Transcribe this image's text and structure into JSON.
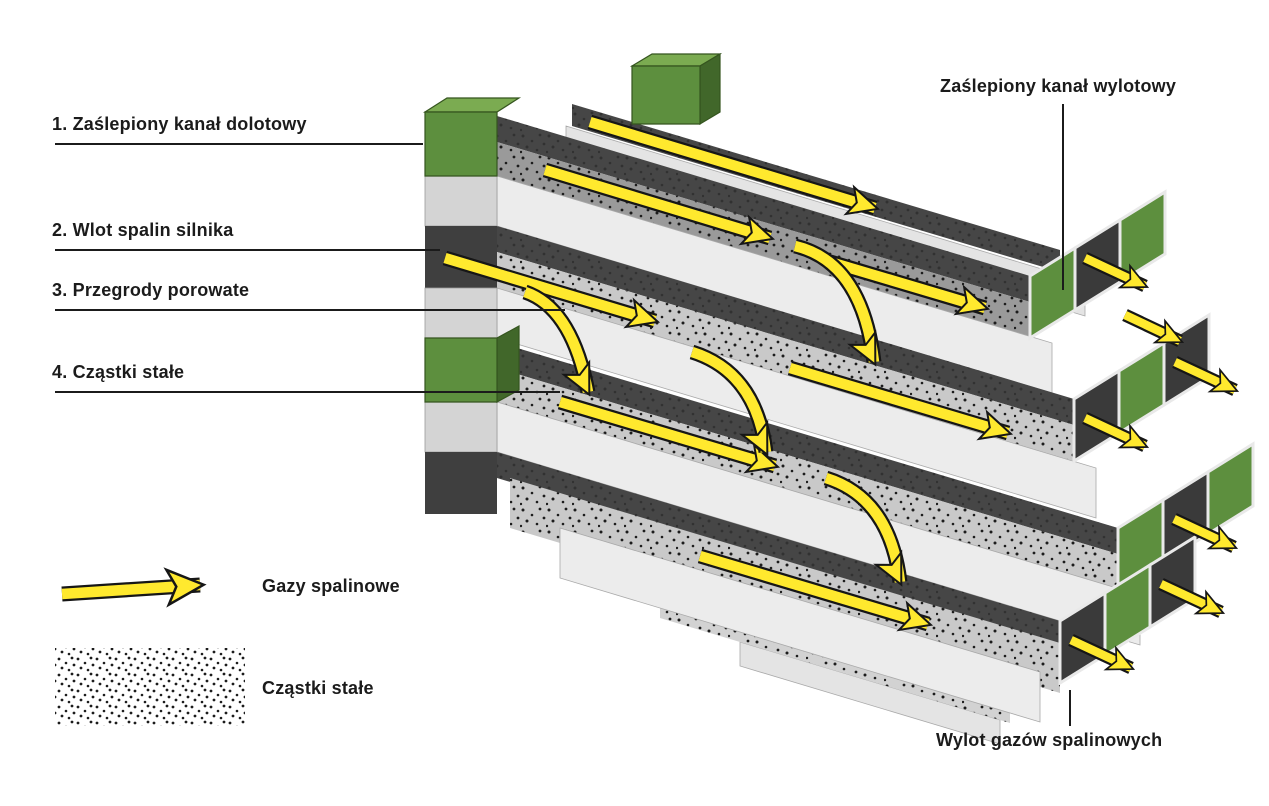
{
  "colors": {
    "background": "#ffffff",
    "plug_green": "#5d8f3e",
    "plug_green_light": "#7bab51",
    "plug_green_dark": "#41672a",
    "arrow_yellow": "#ffe92e",
    "channel_dark": "#464646",
    "surface_light": "#ececec",
    "outline": "#1b1b1b"
  },
  "diagram": {
    "callouts": {
      "inlet_plugged": "1. Zaślepiony kanał dolotowy",
      "engine_inlet": "2. Wlot spalin silnika",
      "porous_walls": "3. Przegrody porowate",
      "soot_particles": "4. Cząstki stałe",
      "outlet_plugged": "Zaślepiony kanał wylotowy",
      "gas_outlet": "Wylot gazów spalinowych"
    },
    "legend": {
      "gas_label": "Gazy spalinowe",
      "particles_label": "Cząstki stałe"
    }
  }
}
